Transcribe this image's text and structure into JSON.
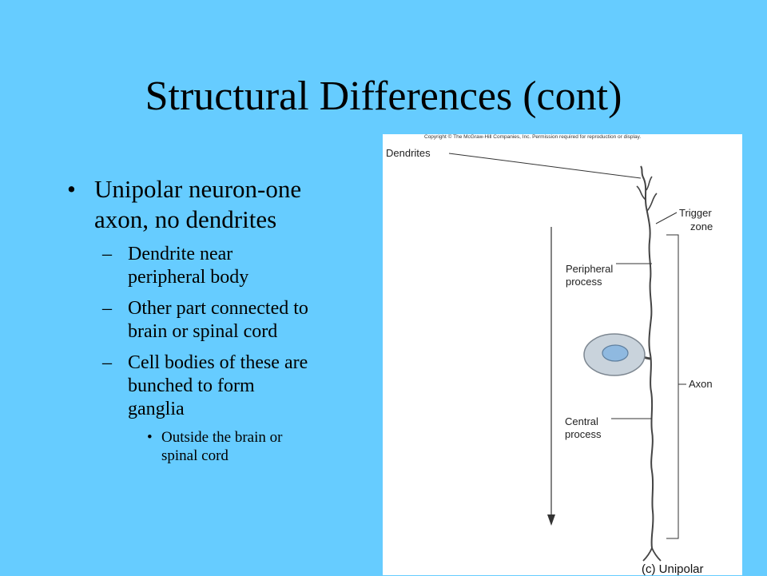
{
  "slide": {
    "title": "Structural Differences (cont)"
  },
  "bullets": {
    "main": {
      "marker": "•",
      "line1": "Unipolar neuron-one",
      "line2": "axon, no dendrites"
    },
    "sub": [
      {
        "marker": "–",
        "line1": "Dendrite near",
        "line2": "peripheral body",
        "line3": ""
      },
      {
        "marker": "–",
        "line1": "Other part connected to",
        "line2": "brain or spinal cord",
        "line3": ""
      },
      {
        "marker": "–",
        "line1": "Cell bodies of these are",
        "line2": "bunched to form",
        "line3": "ganglia"
      }
    ],
    "subsub": {
      "marker": "•",
      "line1": "Outside the brain or",
      "line2": "spinal cord"
    }
  },
  "figure": {
    "copyright": "Copyright © The McGraw-Hill Companies, Inc. Permission required for reproduction or display.",
    "labels": {
      "dendrites": "Dendrites",
      "trigger_zone_1": "Trigger",
      "trigger_zone_2": "zone",
      "peripheral_1": "Peripheral",
      "peripheral_2": "process",
      "axon": "Axon",
      "central_1": "Central",
      "central_2": "process"
    },
    "caption": "(c) Unipolar",
    "colors": {
      "cell_body": "#c9d3dc",
      "nucleus": "#8fb9e0",
      "line": "#333333"
    }
  }
}
